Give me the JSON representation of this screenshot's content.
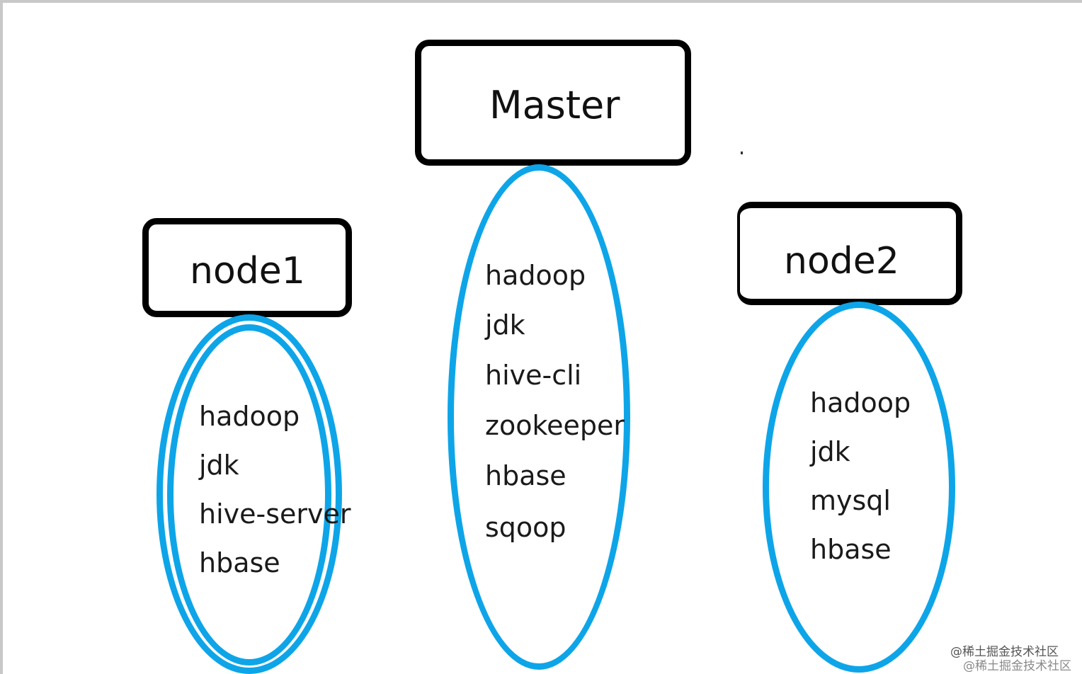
{
  "colors": {
    "pill_border": "#0ea5e8",
    "box_border": "#000000",
    "text": "#1a1a1a"
  },
  "master": {
    "title": "Master",
    "items": [
      "hadoop",
      "jdk",
      "hive-cli",
      "zookeeper",
      "hbase",
      "sqoop"
    ]
  },
  "node1": {
    "title": "node1",
    "items": [
      "hadoop",
      "jdk",
      "hive-server",
      "hbase"
    ]
  },
  "node2": {
    "title": "node2",
    "items": [
      "hadoop",
      "jdk",
      "mysql",
      "hbase"
    ]
  },
  "watermark": "@稀土掘金技术社区"
}
